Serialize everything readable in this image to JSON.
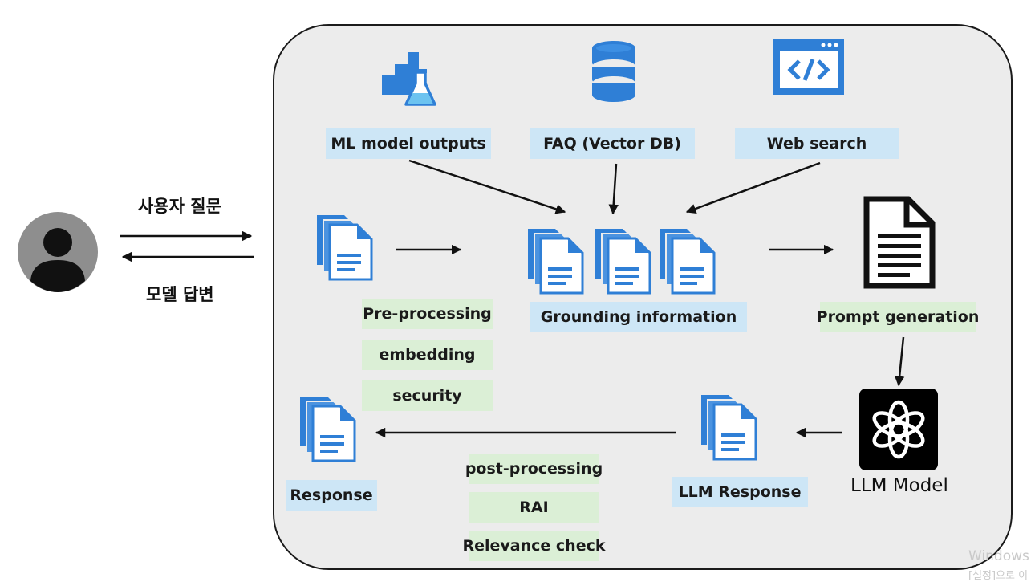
{
  "user_flow": {
    "question": "사용자 질문",
    "answer": "모델 답변"
  },
  "sources": {
    "ml": "ML model outputs",
    "faq": "FAQ (Vector DB)",
    "web": "Web search"
  },
  "preprocess": [
    "Pre-processing",
    "embedding",
    "security"
  ],
  "grounding": "Grounding information",
  "prompt": "Prompt generation",
  "llm_model": "LLM Model",
  "llm_response": "LLM Response",
  "postprocess": [
    "post-processing",
    "RAI",
    "Relevance check"
  ],
  "response": "Response",
  "watermark": {
    "line1": "Windows",
    "line2": "[설정]으로 이"
  },
  "colors": {
    "doc_blue": "#2f7fd6",
    "label_blue": "#cde6f6",
    "label_green": "#dbefd6",
    "panel": "#ececec"
  }
}
